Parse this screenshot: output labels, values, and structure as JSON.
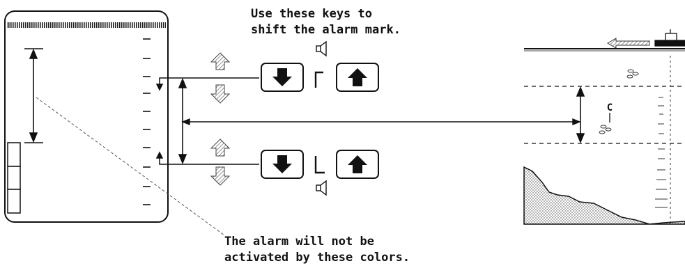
{
  "top_caption": {
    "line1": "Use these keys to",
    "line2": "shift the alarm mark."
  },
  "bottom_caption": {
    "line1": "The alarm will not be",
    "line2": "activated by these colors."
  },
  "echogram": {
    "fish_label": "C"
  },
  "keys": {
    "upper_pair": [
      "down",
      "up"
    ],
    "lower_pair": [
      "down",
      "up"
    ]
  },
  "colors": {
    "ink": "#111111",
    "hatch_arrow": "#8a8a8a",
    "seabed_dots": "#444444"
  }
}
